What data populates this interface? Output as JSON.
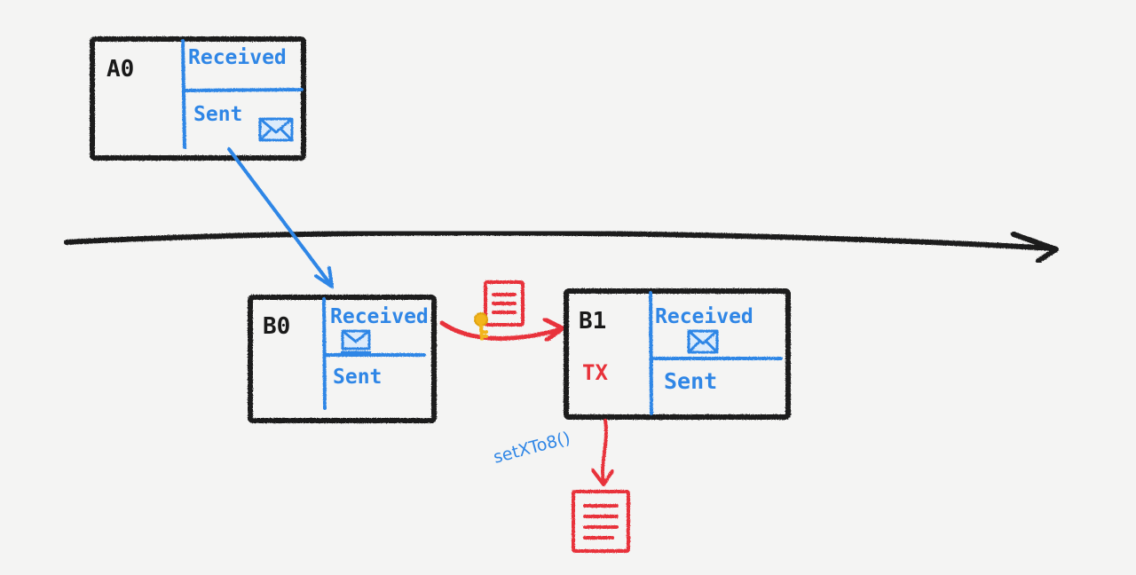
{
  "blocks": [
    {
      "id": "a0",
      "label": "A0",
      "received": "Received",
      "sent": "Sent"
    },
    {
      "id": "b0",
      "label": "B0",
      "received": "Received",
      "sent": "Sent"
    },
    {
      "id": "b1",
      "label": "B1",
      "received": "Received",
      "sent": "Sent",
      "tx": "TX"
    }
  ],
  "call_label": "setXTo8()",
  "colors": {
    "border": "#1a1a1a",
    "message": "#2f86e6",
    "transaction": "#e8323a",
    "signature": "#f2b51c"
  },
  "icons": [
    "envelope-icon",
    "document-icon",
    "key-icon"
  ]
}
